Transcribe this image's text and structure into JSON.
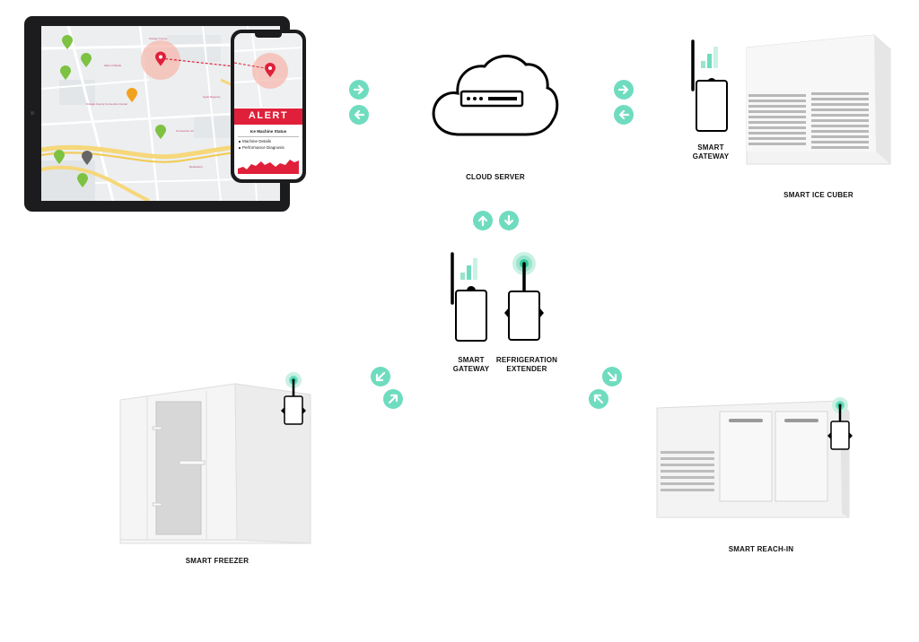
{
  "colors": {
    "accent_teal": "#6fdcbf",
    "alert_red": "#e0203a",
    "pin_green": "#7dc242",
    "pin_orange": "#f2a11f",
    "pin_gray": "#666666",
    "device_line": "#000000",
    "appliance_gray": "#f3f3f3"
  },
  "labels": {
    "cloud_server": "CLOUD SERVER",
    "gateway_top_line1": "SMART",
    "gateway_top_line2": "GATEWAY",
    "ice_cuber": "SMART ICE CUBER",
    "gateway_center_line1": "SMART",
    "gateway_center_line2": "GATEWAY",
    "extender_line1": "REFRIGERATION",
    "extender_line2": "EXTENDER",
    "freezer": "SMART FREEZER",
    "reach_in": "SMART REACH-IN"
  },
  "phone": {
    "alert_text": "ALERT",
    "status_title": "Ice Machine Status",
    "list_items": [
      "Machine Details",
      "Performance Diagnosis"
    ]
  },
  "icons": {
    "cloud": "cloud-server-icon",
    "gateway": "smart-gateway-icon",
    "extender": "refrigeration-extender-icon",
    "signal": "signal-bars-icon",
    "arrow": "teal-arrow-icon"
  }
}
